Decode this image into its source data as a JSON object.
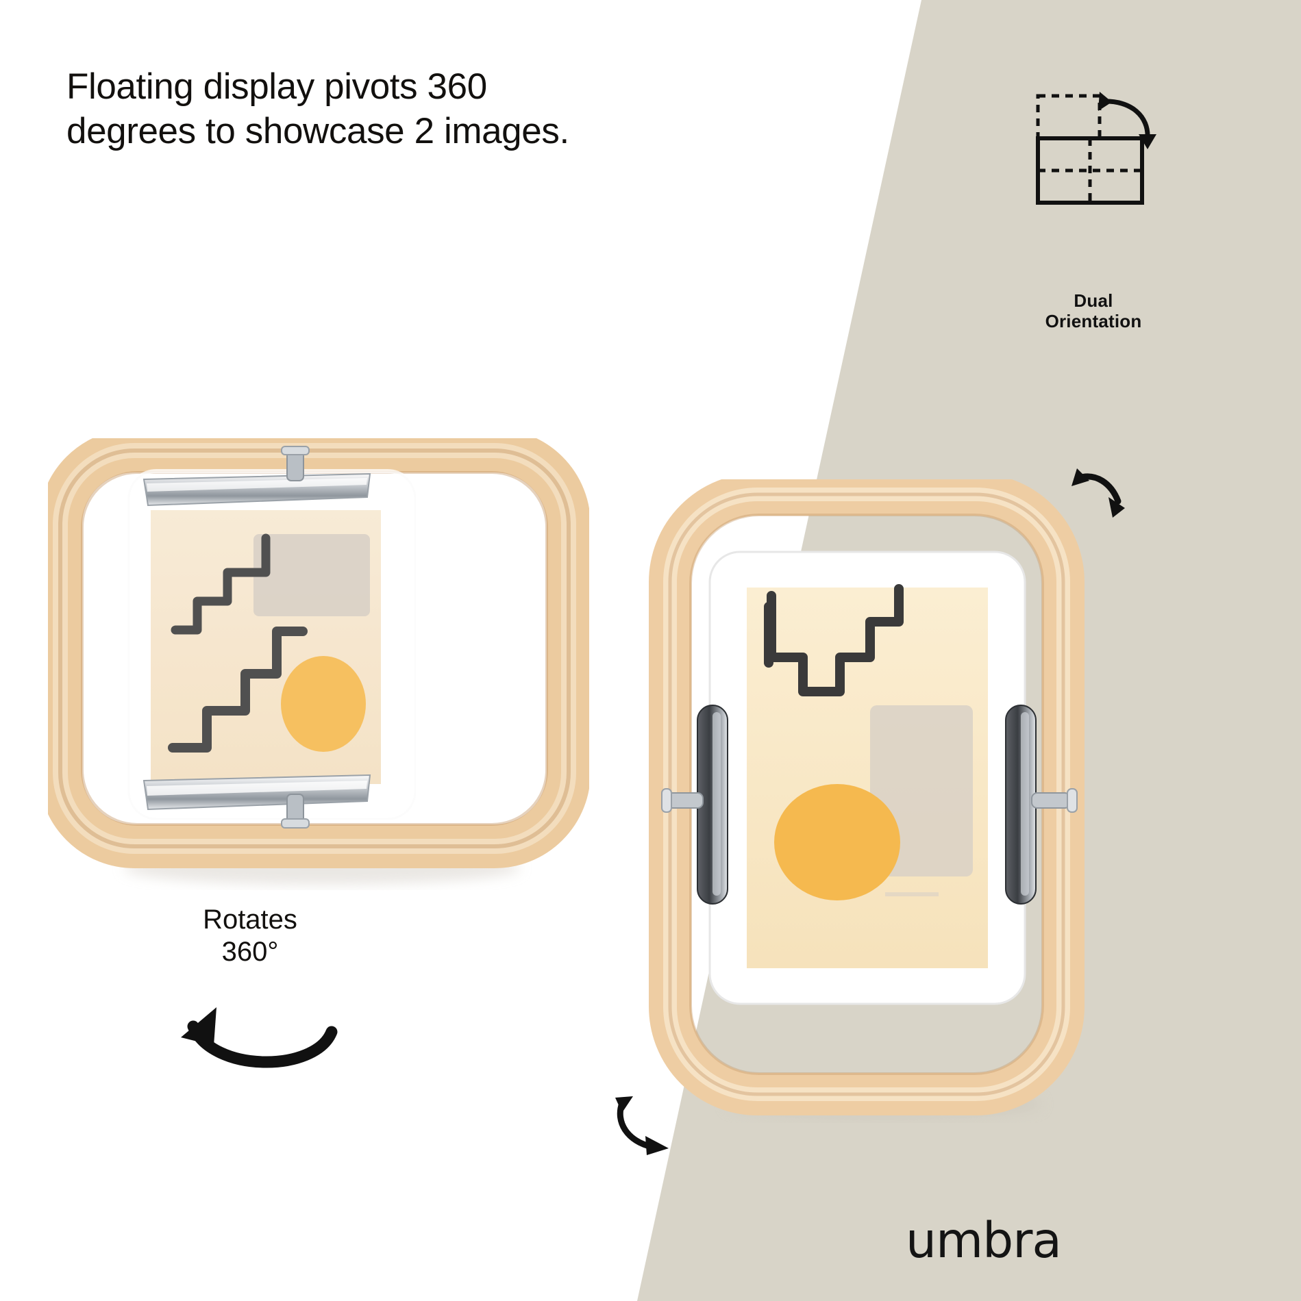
{
  "page": {
    "background_color": "#ffffff",
    "panel_color": "#d8d4c8"
  },
  "headline": {
    "line1": "Floating display pivots 360",
    "line2": "degrees to showcase 2 images."
  },
  "badge": {
    "label_line1": "Dual",
    "label_line2": "Orientation",
    "icon": "dual-orientation-icon"
  },
  "captions": {
    "rotates_line1": "Rotates",
    "rotates_line2": "360°"
  },
  "brand": {
    "name": "umbra"
  },
  "product": {
    "frame_wood_color": "#e8c79a",
    "frame_wood_light": "#f3dcbb",
    "frame_wood_shadow": "#cfa675",
    "metal_color": "#c9cdd2",
    "art_bg_color": "#f6e6c8",
    "art_accent_color": "#f5b94f",
    "art_line_color": "#3a3a3a",
    "art_shape_color": "#cfc6bd",
    "left_item": "picture-frame-landscape",
    "right_item": "picture-frame-portrait"
  }
}
